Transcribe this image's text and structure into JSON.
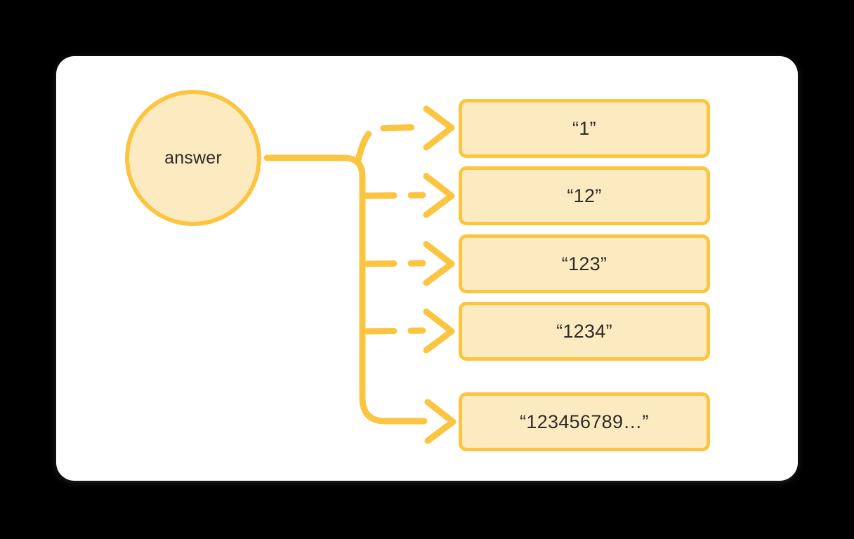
{
  "canvas": {
    "background_color": "#000000",
    "card_color": "#ffffff"
  },
  "palette": {
    "node_fill": "#FCEBC0",
    "node_stroke": "#FBC541",
    "text": "#2e2c29",
    "connector": "#FBC541"
  },
  "diagram": {
    "type": "flow",
    "source_node": {
      "id": "answer",
      "shape": "ellipse",
      "label": "answer"
    },
    "targets": [
      {
        "id": "r1",
        "label": "“1”",
        "connector": "dashed-arrow"
      },
      {
        "id": "r2",
        "label": "“12”",
        "connector": "dashed-arrow"
      },
      {
        "id": "r3",
        "label": "“123”",
        "connector": "dashed-arrow"
      },
      {
        "id": "r4",
        "label": "“1234”",
        "connector": "dashed-arrow"
      },
      {
        "id": "r5",
        "label": "“123456789…”",
        "connector": "solid-arrow"
      }
    ]
  }
}
